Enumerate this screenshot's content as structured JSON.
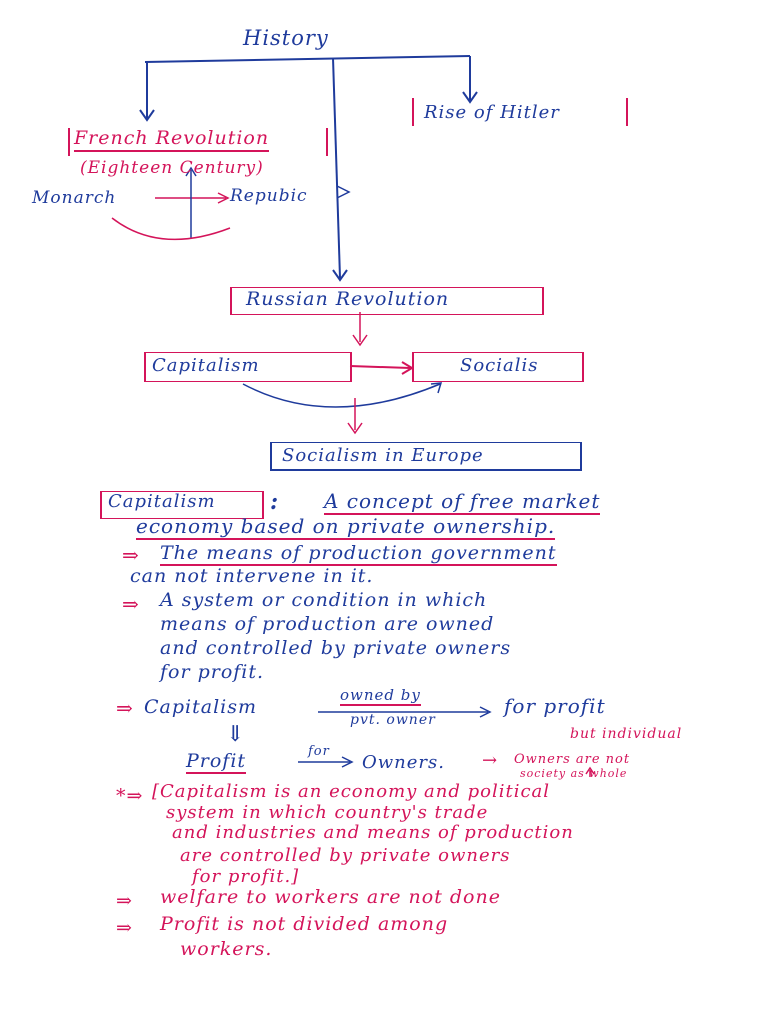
{
  "diagram": {
    "root": "History",
    "french_revolution": "French Revolution",
    "french_century": "(Eighteen Century)",
    "monarch": "Monarch",
    "republic": "Repubic",
    "hitler": "Rise of Hitler",
    "russian": "Russian Revolution",
    "capitalism": "Capitalism",
    "socialism": "Socialis",
    "socialism_europe": "Socialism in Europe"
  },
  "notes": {
    "heading": "Capitalism",
    "colon": ":",
    "definition_line1": "A concept of free market",
    "definition_line2": "economy based on private ownership.",
    "point1_arrow": "⇒",
    "point1_line1": "The means of production government",
    "point1_line2": "can not intervene in it.",
    "point2_arrow": "⇒",
    "point2_line1": "A system or condition in which",
    "point2_line2": "means of production are owned",
    "point2_line3": "and controlled by private owners",
    "point2_line4": "for profit.",
    "point3_arrow": "⇒",
    "point3_subject": "Capitalism",
    "point3_over": "owned by",
    "point3_under": "pvt. owner",
    "point3_result": "for profit",
    "point3_down": "⇓",
    "point3_profit": "Profit",
    "point3_for": "for",
    "point3_owners": "Owners.",
    "point3_red_arrow": "→",
    "point3_aside_line1": "Owners are not",
    "point3_aside_line2": "society as whole",
    "point3_aside_top": "but individual",
    "point4_arrow": "*⇒",
    "point4_line1": "[Capitalism is an economy and political",
    "point4_line2": "system in which country's trade",
    "point4_line3": "and industries and means of production",
    "point4_line4": "are controlled by private owners",
    "point4_line5": "for profit.]",
    "point5_arrow": "⇒",
    "point5_line1": "welfare to workers are not done",
    "point6_arrow": "⇒",
    "point6_line1": "Profit is not divided among",
    "point6_line2": "workers."
  },
  "colors": {
    "blue_ink": "#1f3b9c",
    "red_ink": "#d4145a"
  }
}
